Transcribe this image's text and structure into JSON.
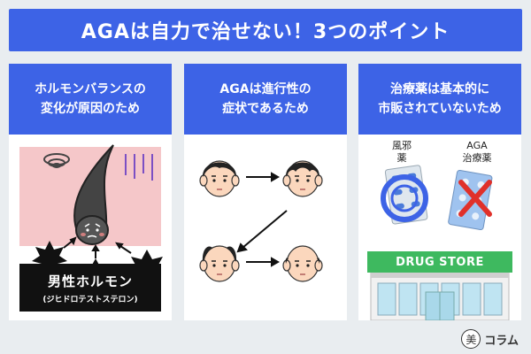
{
  "title": "AGAは自力で治せない！3つのポイント",
  "panels": [
    {
      "heading_line1": "ホルモンバランスの",
      "heading_line2": "変化が原因のため",
      "label_main": "男性ホルモン",
      "label_sub": "(ジヒドロテストステロン)"
    },
    {
      "heading_line1": "AGAは進行性の",
      "heading_line2": "症状であるため"
    },
    {
      "heading_line1": "治療薬は基本的に",
      "heading_line2": "市販されていないため",
      "drug1_line1": "風邪",
      "drug1_line2": "薬",
      "drug2_line1": "AGA",
      "drug2_line2": "治療薬",
      "store_sign": "DRUG STORE"
    }
  ],
  "footer": {
    "logo_glyph": "美",
    "logo_text": "コラム"
  },
  "colors": {
    "accent": "#3d63e6",
    "background": "#e9edf0",
    "store_green": "#3eb95f",
    "cross_red": "#e0302a",
    "pink": "#f5c7c9"
  }
}
